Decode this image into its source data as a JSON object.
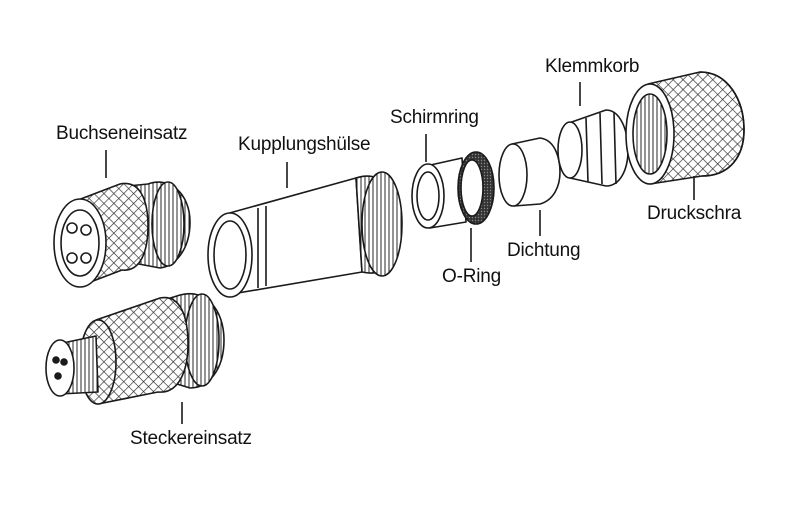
{
  "labels": {
    "buchseneinsatz": "Buchseneinsatz",
    "kupplungshuelse": "Kupplungshülse",
    "schirmring": "Schirmring",
    "klemmkorb": "Klemmkorb",
    "druckschraube": "Druckschra",
    "dichtung": "Dichtung",
    "o_ring": "O-Ring",
    "steckereinsatz": "Steckereinsatz"
  },
  "colors": {
    "line": "#1a1a1a",
    "fill": "#ffffff",
    "knurl": "#3a3a3a",
    "oring": "#222222"
  }
}
